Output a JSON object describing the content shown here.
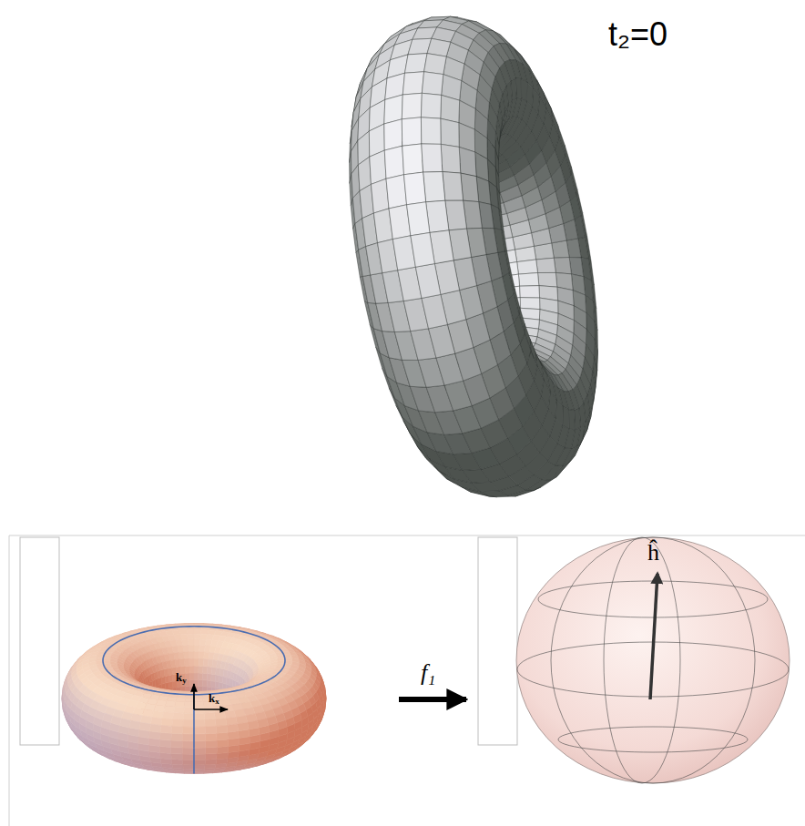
{
  "diagram": {
    "labels": [
      "t₂=0",
      "ky",
      "kx",
      "f₁",
      "ĥ"
    ]
  }
}
